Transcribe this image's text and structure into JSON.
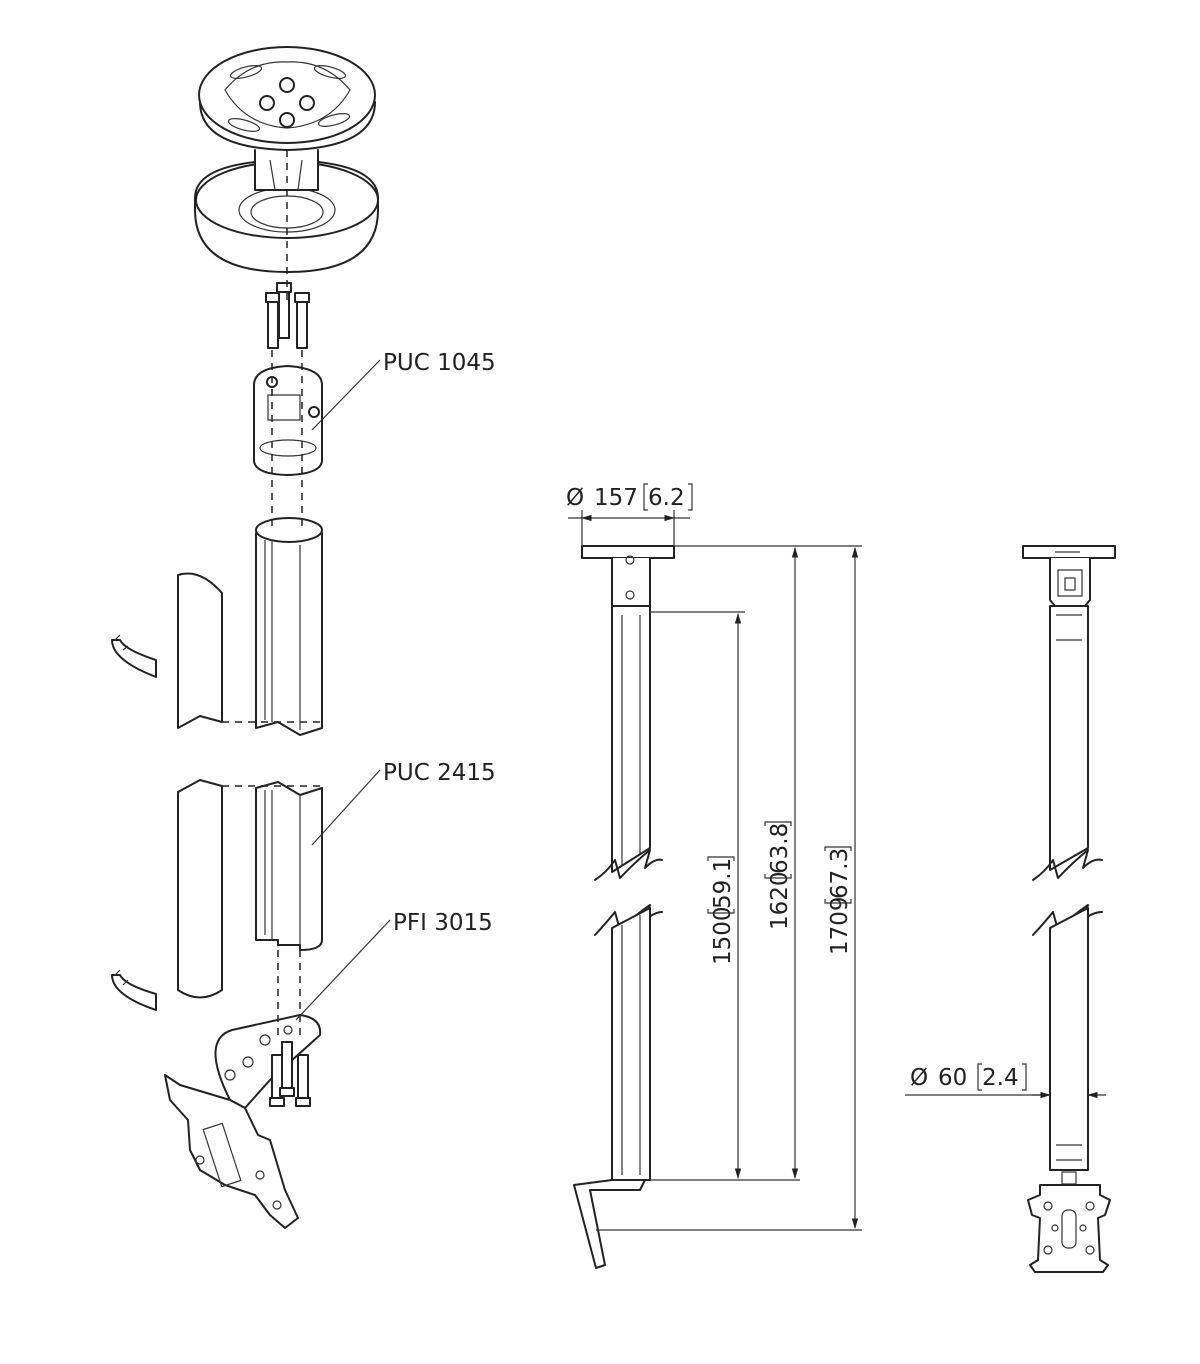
{
  "labels": {
    "puc1045": "PUC 1045",
    "puc2415": "PUC 2415",
    "pfi3015": "PFI 3015"
  },
  "dimensions": {
    "plate_diameter": {
      "symbol": "Ø",
      "mm": "157",
      "inch": "6.2"
    },
    "tube_diameter": {
      "symbol": "Ø",
      "mm": "60",
      "inch": "2.4"
    },
    "height_1500": {
      "mm": "1500",
      "inch": "59.1"
    },
    "height_1620": {
      "mm": "1620",
      "inch": "63.8"
    },
    "height_1709": {
      "mm": "1709",
      "inch": "67.3"
    }
  }
}
